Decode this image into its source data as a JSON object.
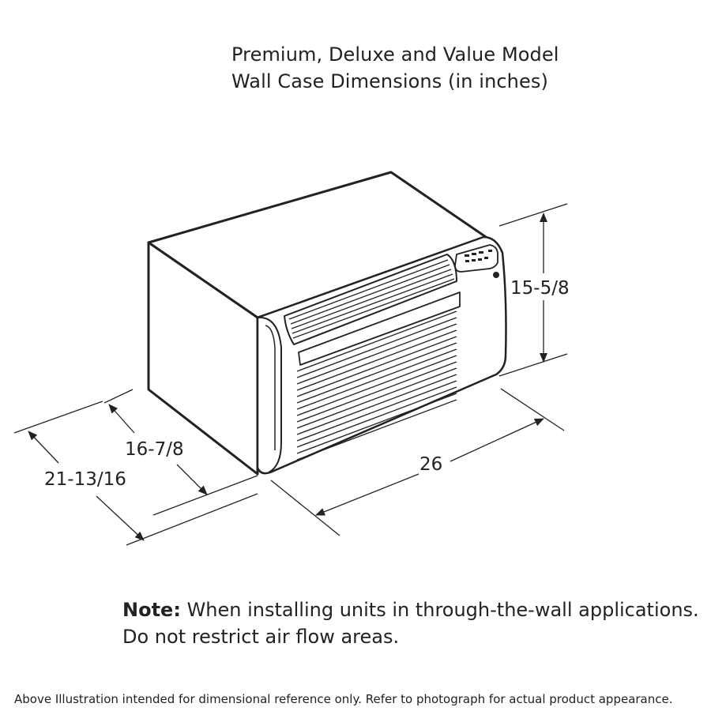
{
  "title": {
    "line1": "Premium, Deluxe and Value Model",
    "line2": "Wall Case Dimensions (in inches)"
  },
  "dimensions": {
    "height": "15-5/8",
    "width": "26",
    "depth_inner": "16-7/8",
    "depth_outer": "21-13/16"
  },
  "note": {
    "label": "Note:",
    "line1": "When installing units in through-the-wall applications.",
    "line2": "Do not restrict air flow areas."
  },
  "disclaimer": "Above Illustration intended for dimensional reference only. Refer to photograph for actual product appearance."
}
